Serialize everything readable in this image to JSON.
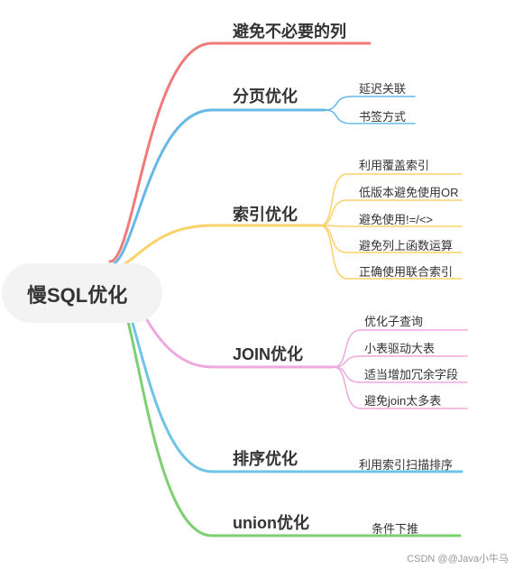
{
  "root": {
    "label": "慢SQL优化"
  },
  "branches": [
    {
      "label": "避免不必要的列",
      "color": "#f07a7a",
      "leaves": []
    },
    {
      "label": "分页优化",
      "color": "#66b8e8",
      "leaves": [
        "延迟关联",
        "书签方式"
      ]
    },
    {
      "label": "索引优化",
      "color": "#fbd26a",
      "leaves": [
        "利用覆盖索引",
        "低版本避免使用OR",
        "避免使用!=/<>",
        "避免列上函数运算",
        "正确使用联合索引"
      ]
    },
    {
      "label": "JOIN优化",
      "color": "#eea8e0",
      "leaves": [
        "优化子查询",
        "小表驱动大表",
        "适当增加冗余字段",
        "避免join太多表"
      ]
    },
    {
      "label": "排序优化",
      "color": "#6ec4e6",
      "leaves": [
        "利用索引扫描排序"
      ]
    },
    {
      "label": "union优化",
      "color": "#7dcf72",
      "leaves": [
        "条件下推"
      ]
    }
  ],
  "watermark": "CSDN @@Java小牛马"
}
